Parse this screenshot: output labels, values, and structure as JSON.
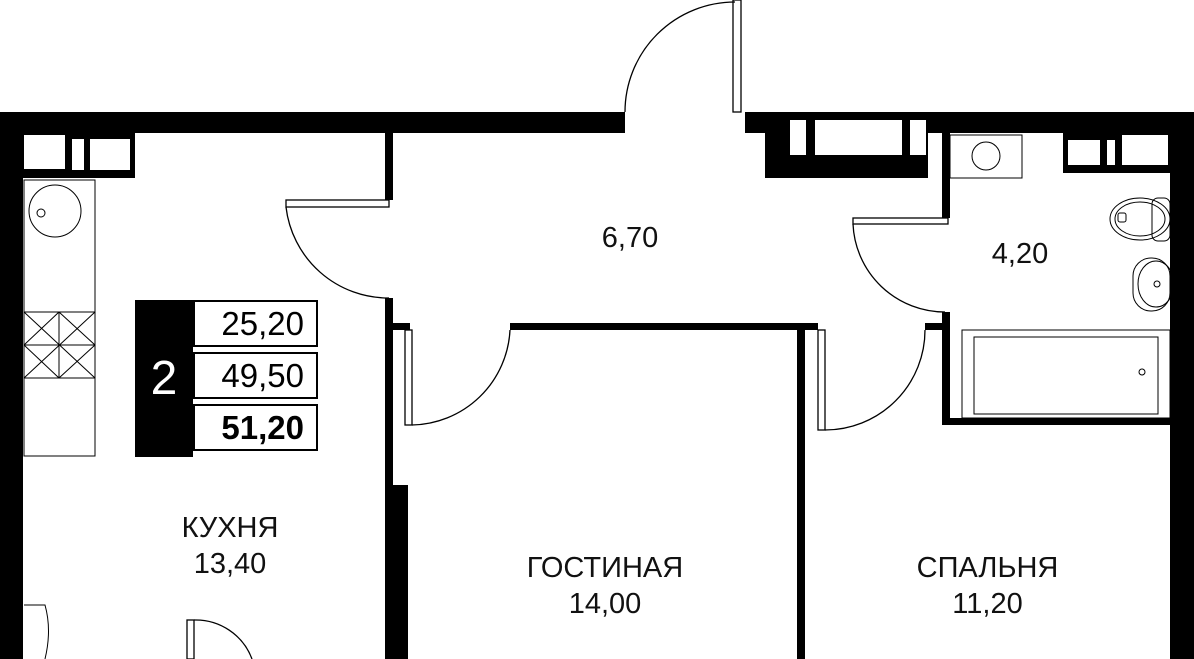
{
  "apartment": {
    "rooms_count": "2",
    "living_area": "25,20",
    "area_without_balcony": "49,50",
    "total_area": "51,20"
  },
  "rooms": [
    {
      "name": "КУХНЯ",
      "area": "13,40"
    },
    {
      "name": "",
      "area": "6,70"
    },
    {
      "name": "",
      "area": "4,20"
    },
    {
      "name": "ГОСТИНАЯ",
      "area": "14,00"
    },
    {
      "name": "СПАЛЬНЯ",
      "area": "11,20"
    }
  ]
}
